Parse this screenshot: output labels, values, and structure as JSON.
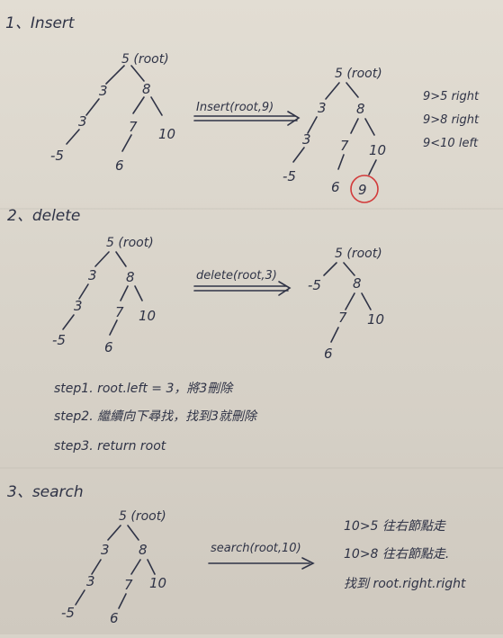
{
  "sections": [
    {
      "heading": "1、Insert",
      "before": {
        "root": "5 (root)",
        "n3a": "3",
        "n8": "8",
        "n3b": "3",
        "n7": "7",
        "n10": "10",
        "n_5": "-5",
        "n6": "6"
      },
      "operation": "Insert(root,9)",
      "after": {
        "root": "5 (root)",
        "n3a": "3",
        "n8": "8",
        "n3b": "3",
        "n7": "7",
        "n10": "10",
        "n_5": "-5",
        "n6": "6",
        "n9": "9"
      },
      "notes": [
        "9>5  right",
        "9>8  right",
        "9<10  left"
      ],
      "highlight_color": "#d23a3a"
    },
    {
      "heading": "2、delete",
      "before": {
        "root": "5 (root)",
        "n3a": "3",
        "n8": "8",
        "n3b": "3",
        "n7": "7",
        "n10": "10",
        "n_5": "-5",
        "n6": "6"
      },
      "operation": "delete(root,3)",
      "after": {
        "root": "5 (root)",
        "n_5": "-5",
        "n8": "8",
        "n7": "7",
        "n10": "10",
        "n6": "6"
      },
      "steps": [
        "step1. root.left = 3，將3刪除",
        "step2. 繼續向下尋找，找到3就刪除",
        "step3. return root"
      ]
    },
    {
      "heading": "3、search",
      "before": {
        "root": "5 (root)",
        "n3a": "3",
        "n8": "8",
        "n3b": "3",
        "n7": "7",
        "n10": "10",
        "n_5": "-5",
        "n6": "6"
      },
      "operation": "search(root,10)",
      "notes": [
        "10>5  往右節點走",
        "10>8  往右節點走.",
        "找到 root.right.right"
      ]
    }
  ],
  "colors": {
    "ink": "#2f3346",
    "paper": "#dcd7cd",
    "circle": "#d23a3a"
  }
}
